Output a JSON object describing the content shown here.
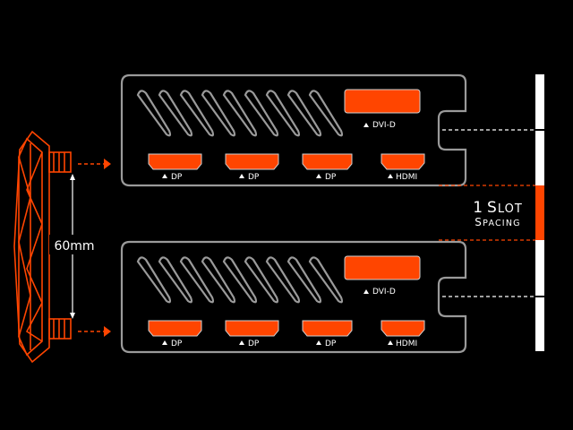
{
  "colors": {
    "accent": "#ff4500",
    "outline": "#9a9a9a",
    "background": "#000000",
    "text": "#ffffff"
  },
  "cards": [
    {
      "dvi_label": "DVI-D",
      "ports": [
        "DP",
        "DP",
        "DP",
        "HDMI"
      ]
    },
    {
      "dvi_label": "DVI-D",
      "ports": [
        "DP",
        "DP",
        "DP",
        "HDMI"
      ]
    }
  ],
  "fan": {
    "gap_label": "60mm"
  },
  "slot": {
    "line1_big": "1",
    "line1_rest_cap": "S",
    "line1_rest": "LOT",
    "line2_cap": "S",
    "line2": "PACING"
  },
  "icons": {
    "port_marker": "triangle-up-icon",
    "arrow": "arrow-right-icon"
  }
}
